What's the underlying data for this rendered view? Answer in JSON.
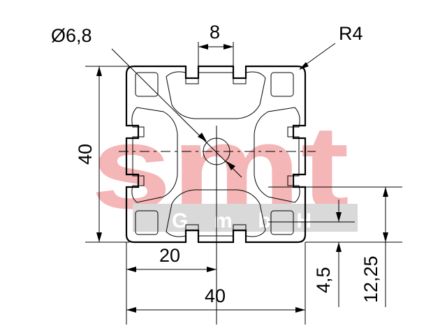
{
  "watermark": {
    "logo_text": "smt",
    "sub_text": "G m b H",
    "logo_color": "#f4b6b6",
    "band_color": "#d9d9d9"
  },
  "dimensions": {
    "hole_diameter": "Ø6,8",
    "slot_width": "8",
    "corner_radius": "R4",
    "height": "40",
    "half_width": "20",
    "width": "40",
    "slot_depth": "4,5",
    "slot_offset": "12,25"
  },
  "colors": {
    "line": "#000000",
    "background": "#ffffff"
  }
}
